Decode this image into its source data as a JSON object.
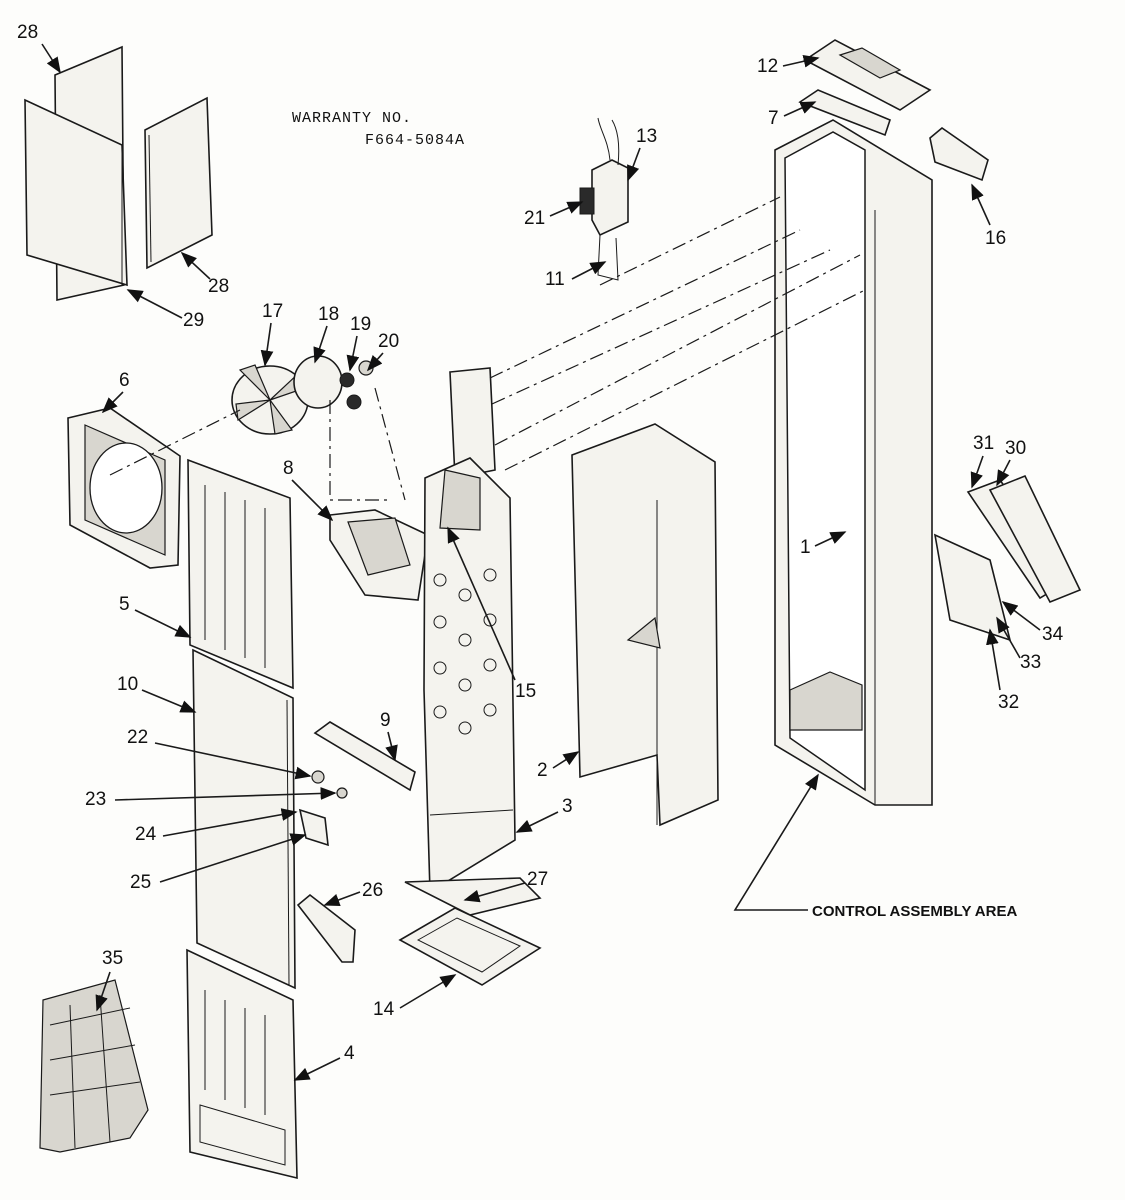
{
  "header": {
    "warranty_label": "WARRANTY NO.",
    "warranty_number": "F664-5084A"
  },
  "annotation": {
    "control_area": "CONTROL ASSEMBLY AREA"
  },
  "callouts": {
    "c28a": "28",
    "c28b": "28",
    "c29": "29",
    "c17": "17",
    "c18": "18",
    "c19": "19",
    "c20": "20",
    "c6": "6",
    "c5": "5",
    "c10": "10",
    "c8": "8",
    "c9": "9",
    "c22": "22",
    "c23": "23",
    "c24": "24",
    "c25": "25",
    "c26": "26",
    "c35": "35",
    "c4": "4",
    "c14": "14",
    "c27": "27",
    "c3": "3",
    "c15": "15",
    "c2": "2",
    "c13": "13",
    "c21": "21",
    "c11": "11",
    "c12": "12",
    "c7": "7",
    "c16": "16",
    "c1": "1",
    "c31": "31",
    "c30": "30",
    "c34": "34",
    "c33": "33",
    "c32": "32"
  }
}
